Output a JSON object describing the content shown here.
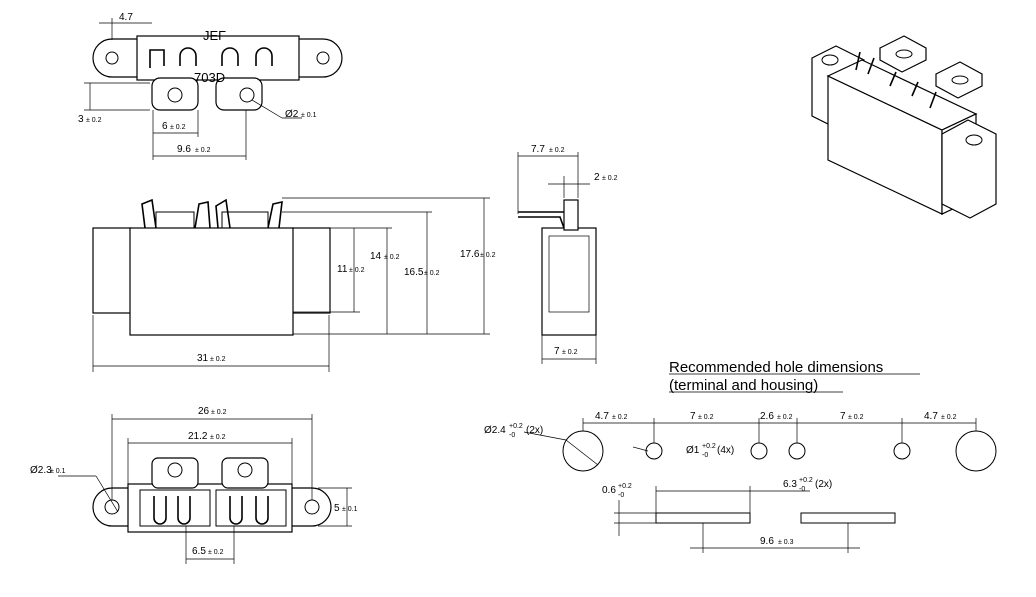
{
  "marking": {
    "brand": "JEF",
    "part": "703D"
  },
  "top_view": {
    "dims": [
      "4.7",
      "3",
      "6",
      "9.6"
    ],
    "hole": "Ø2"
  },
  "side_view": {
    "dims": [
      "31",
      "11",
      "14",
      "16.5",
      "17.6"
    ]
  },
  "end_view": {
    "dims": [
      "7.7",
      "2",
      "7"
    ]
  },
  "bottom_view": {
    "dims": [
      "26",
      "21.2",
      "6.5",
      "5"
    ],
    "hole": "Ø2.3"
  },
  "tolerances": {
    "std": "± 0.2",
    "fine": "± 0.1",
    "wide": "± 0.3"
  },
  "recommended": {
    "title_line1": "Recommended hole dimensions",
    "title_line2": "(terminal and housing)",
    "dims": [
      "4.7",
      "7",
      "2.6",
      "7",
      "4.7"
    ],
    "big_hole": "Ø2.4",
    "big_hole_count": "(2x)",
    "small_hole": "Ø1",
    "small_hole_count": "(4x)",
    "tol_plus": "+0.2",
    "tol_minus": "-0",
    "slot_width": "0.6",
    "slot_length": "6.3",
    "slot_count": "(2x)",
    "slot_pitch": "9.6"
  }
}
